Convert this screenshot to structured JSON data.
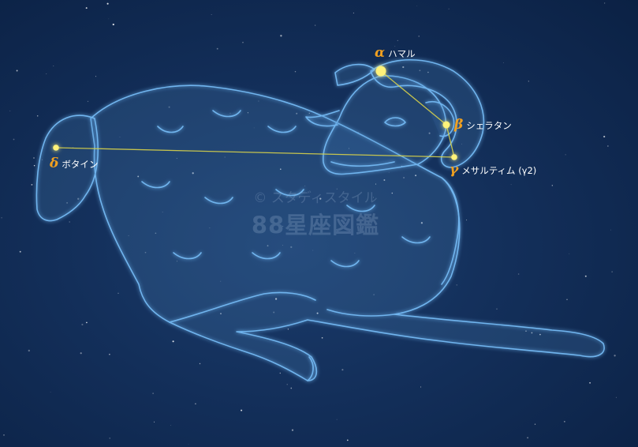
{
  "stars": [
    {
      "id": "alpha",
      "greek": "α",
      "name": "ハマル"
    },
    {
      "id": "beta",
      "greek": "β",
      "name": "シェラタン"
    },
    {
      "id": "gamma",
      "greek": "γ",
      "name": "メサルティム (γ2)"
    },
    {
      "id": "delta",
      "greek": "δ",
      "name": "ボタイン"
    }
  ],
  "watermark": {
    "copyright": "© スタディスタイル",
    "brand": "88星座図鑑"
  },
  "colors": {
    "background": "#132f5a",
    "figure_outline": "#6fb4ee",
    "constellation_line": "#d8d24a",
    "star": "#fff27a",
    "greek_letter": "#f0a020"
  }
}
